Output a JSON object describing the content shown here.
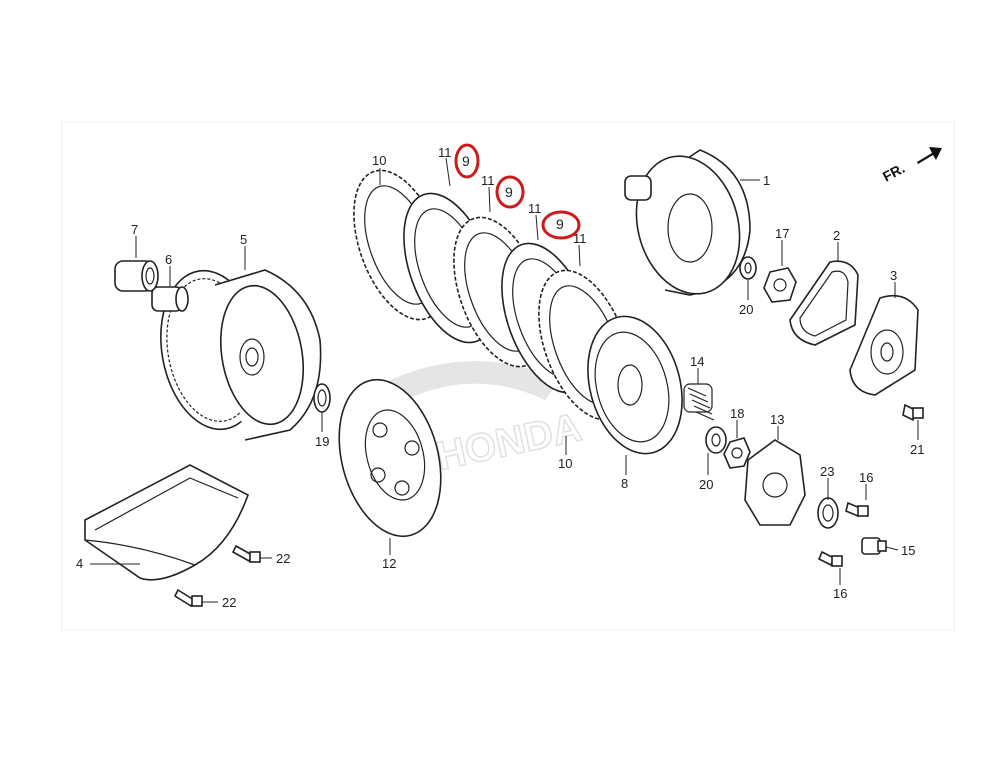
{
  "diagram": {
    "direction_label": "FR.",
    "watermark": "HONDA",
    "highlight_color": "#cc1b1b",
    "callouts": {
      "c1": "1",
      "c2": "2",
      "c3": "3",
      "c4": "4",
      "c5": "5",
      "c6": "6",
      "c7": "7",
      "c8": "8",
      "c9a": "9",
      "c9b": "9",
      "c9c": "9",
      "c10a": "10",
      "c10b": "10",
      "c11a": "11",
      "c11b": "11",
      "c11c": "11",
      "c11d": "11",
      "c12": "12",
      "c13": "13",
      "c14": "14",
      "c15": "15",
      "c16a": "16",
      "c16b": "16",
      "c17": "17",
      "c18": "18",
      "c19": "19",
      "c20a": "20",
      "c20b": "20",
      "c21": "21",
      "c22a": "22",
      "c22b": "22",
      "c23": "23"
    }
  }
}
